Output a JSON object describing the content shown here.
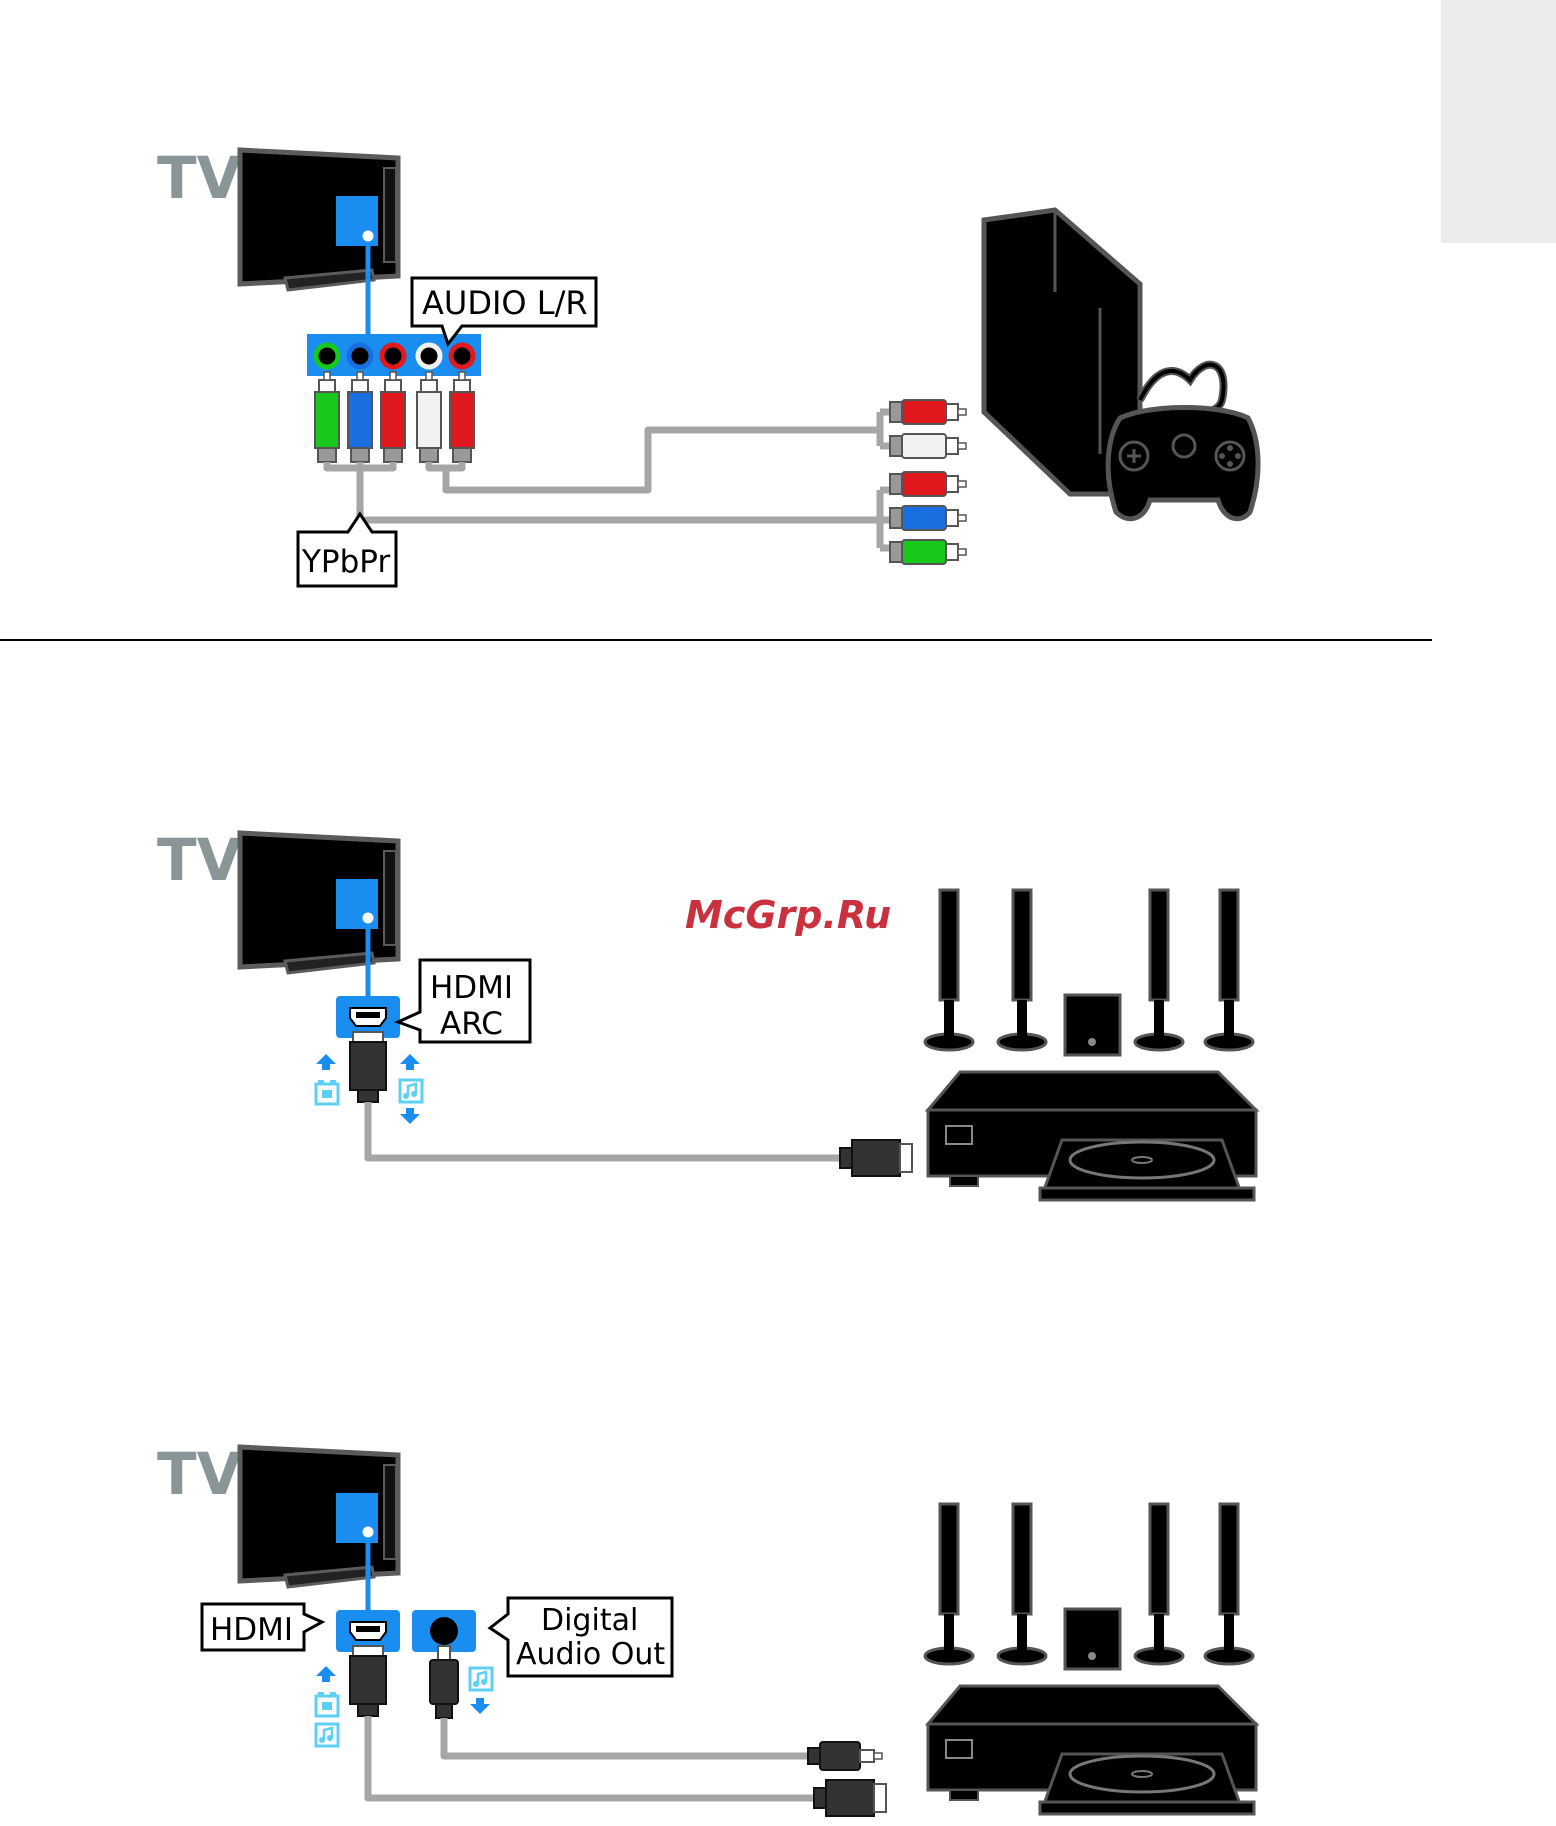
{
  "diagram_1": {
    "tv_label": "TV",
    "audio_label": "AUDIO L/R",
    "video_label": "YPbPr"
  },
  "diagram_2": {
    "tv_label": "TV",
    "port_label_line1": "HDMI",
    "port_label_line2": "ARC"
  },
  "diagram_3": {
    "tv_label": "TV",
    "hdmi_label": "HDMI",
    "digital_label_line1": "Digital",
    "digital_label_line2": "Audio Out"
  },
  "watermark": "McGrp.Ru",
  "colors": {
    "port_blue": "#1a8ef0",
    "cable_gray": "#a6a6a6",
    "rca_green": "#18c81b",
    "rca_blue": "#1a6fe0",
    "rca_red": "#e0191f",
    "rca_white": "#f2f2f2",
    "side_tab": "#ececec",
    "icon_light_blue": "#5ecff5"
  }
}
